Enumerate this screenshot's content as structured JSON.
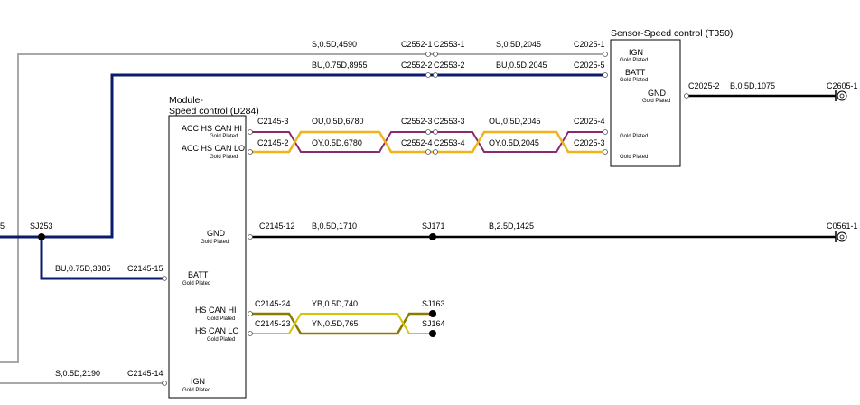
{
  "colors": {
    "grey": "#a8a8a8",
    "blue": "#0a1a6e",
    "black": "#000000",
    "orange": "#f2b21c",
    "purple": "#8a2a6e",
    "olive": "#8a7a00",
    "yellow": "#d8c400"
  },
  "sensor": {
    "title": "Sensor-Speed control (T350)",
    "pins": {
      "ign": "IGN",
      "batt": "BATT",
      "gnd": "GND",
      "gold_ign": "Gold Plated",
      "gold_batt": "Gold Plated",
      "gold_gnd": "Gold Plated",
      "gold_can1": "Gold Plated",
      "gold_can2": "Gold Plated"
    }
  },
  "module": {
    "title_line1": "Module-",
    "title_line2": "Speed control (D284)",
    "pins": {
      "acc_hi": "ACC HS CAN HI",
      "acc_lo": "ACC HS CAN LO",
      "gnd": "GND",
      "batt": "BATT",
      "hs_hi": "HS CAN HI",
      "hs_lo": "HS CAN LO",
      "ign": "IGN",
      "gold_acc_hi": "Gold Plated",
      "gold_acc_lo": "Gold Plated",
      "gold_gnd": "Gold Plated",
      "gold_batt": "Gold Plated",
      "gold_hs_hi": "Gold Plated",
      "gold_hs_lo": "Gold Plated",
      "gold_ign": "Gold Plated"
    }
  },
  "wires": {
    "w1": "S,0.5D,4590",
    "w2": "S,0.5D,2045",
    "w3": "BU,0.75D,8955",
    "w4": "BU,0.5D,2045",
    "w5": "B,0.5D,1075",
    "w6": "OU,0.5D,6780",
    "w7": "OU,0.5D,2045",
    "w8": "OY,0.5D,6780",
    "w9": "OY,0.5D,2045",
    "w10": "B,0.5D,1710",
    "w11": "B,2.5D,1425",
    "w12": "BU,0.75D,3385",
    "w13": "YB,0.5D,740",
    "w14": "YN,0.5D,765",
    "w15": "S,0.5D,2190"
  },
  "connectors": {
    "c2552_1": "C2552-1",
    "c2553_1": "C2553-1",
    "c2025_1": "C2025-1",
    "c2552_2": "C2552-2",
    "c2553_2": "C2553-2",
    "c2025_5": "C2025-5",
    "c2025_2": "C2025-2",
    "c2605_1": "C2605-1",
    "c2145_3": "C2145-3",
    "c2552_3": "C2552-3",
    "c2553_3": "C2553-3",
    "c2025_4": "C2025-4",
    "c2145_2": "C2145-2",
    "c2552_4": "C2552-4",
    "c2553_4": "C2553-4",
    "c2025_3": "C2025-3",
    "c2145_12": "C2145-12",
    "c0561_1": "C0561-1",
    "c2145_15": "C2145-15",
    "c2145_24": "C2145-24",
    "c2145_23": "C2145-23",
    "c2145_14": "C2145-14"
  },
  "splices": {
    "sj253": "SJ253",
    "sj171": "SJ171",
    "sj163": "SJ163",
    "sj164": "SJ164",
    "edge_label": "5"
  }
}
